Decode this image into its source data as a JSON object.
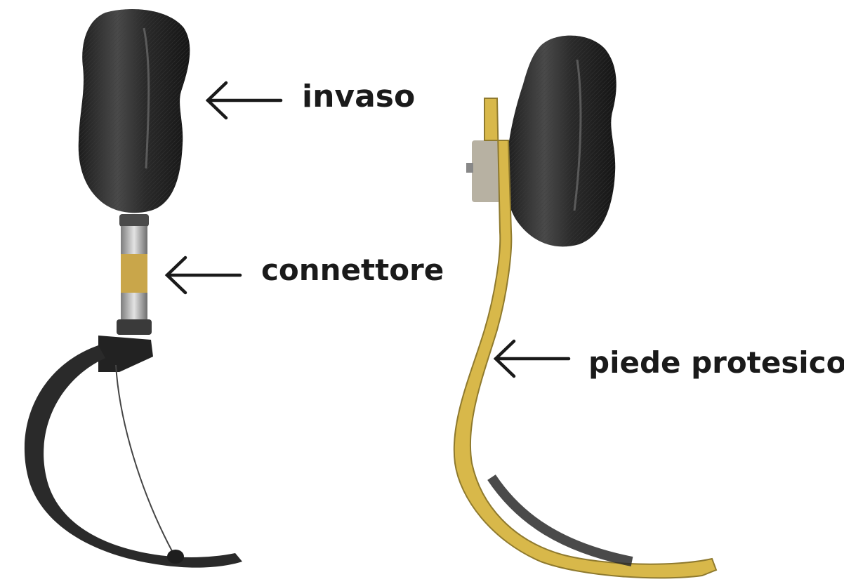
{
  "labels": {
    "socket": "invaso",
    "connector": "connettore",
    "prosthetic_foot": "piede protesico"
  },
  "colors": {
    "carbon_fiber": "#2b2b2b",
    "carbon_highlight": "#6a6a6a",
    "yellow_blade": "#d8b84a",
    "metal": "#bdbdbd",
    "arrow": "#1a1a1a"
  }
}
